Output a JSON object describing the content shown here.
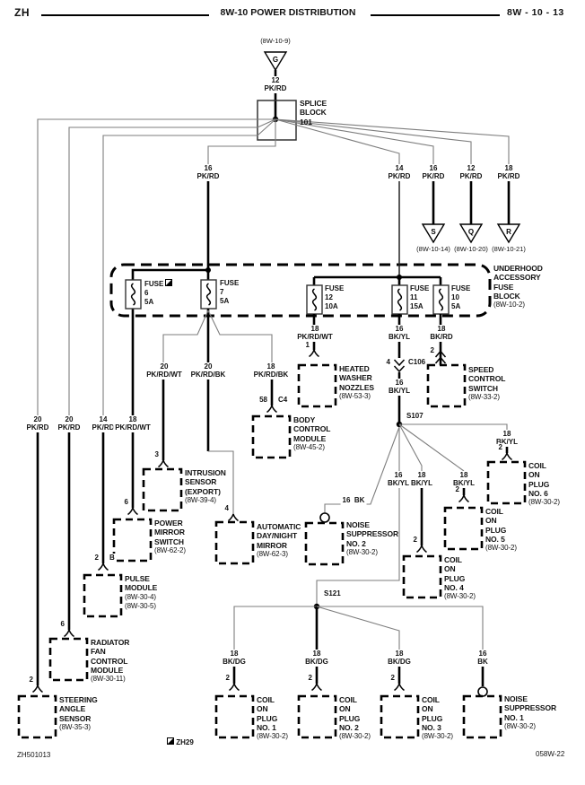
{
  "header": {
    "code": "ZH",
    "title": "8W-10 POWER DISTRIBUTION",
    "page": "8W - 10 - 13"
  },
  "grounds": {
    "g": {
      "letter": "G",
      "ref": "(8W-10-9)"
    },
    "s": {
      "letter": "S",
      "ref": "(8W-10-14)"
    },
    "q": {
      "letter": "Q",
      "ref": "(8W-10-20)"
    },
    "r": {
      "letter": "R",
      "ref": "(8W-10-21)"
    }
  },
  "splice_block": {
    "line1": "SPLICE",
    "line2": "BLOCK",
    "line3": "101"
  },
  "splices": {
    "s107": "S107",
    "s121": "S121"
  },
  "fuse_block": {
    "line1": "UNDERHOOD",
    "line2": "ACCESSORY",
    "line3": "FUSE",
    "line4": "BLOCK",
    "ref": "(8W-10-2)"
  },
  "fuses": {
    "f6": {
      "label": "FUSE",
      "no": "6",
      "amps": "5A"
    },
    "f7": {
      "label": "FUSE",
      "no": "7",
      "amps": "5A"
    },
    "f12": {
      "label": "FUSE",
      "no": "12",
      "amps": "10A"
    },
    "f11": {
      "label": "FUSE",
      "no": "11",
      "amps": "15A"
    },
    "f10": {
      "label": "FUSE",
      "no": "10",
      "amps": "5A"
    }
  },
  "connectors": {
    "c106": {
      "pin": "4",
      "name": "C106"
    },
    "c4": {
      "pin": "58",
      "name": "C4"
    }
  },
  "pins": {
    "heated": "1",
    "speed": "2",
    "intrusion": "3",
    "power_mirror": "6",
    "pulse": "2",
    "pulse_suffix": "B",
    "radiator": "6",
    "steering": "2",
    "mirror": "4",
    "coil6": "2",
    "coil5": "2",
    "coil4": "2",
    "coil1": "2",
    "coil2": "2",
    "coil3": "2"
  },
  "wires": {
    "w0": {
      "gauge": "12",
      "color": "PK/RD"
    },
    "w1": {
      "gauge": "16",
      "color": "PK/RD"
    },
    "w2": {
      "gauge": "14",
      "color": "PK/RD"
    },
    "w3": {
      "gauge": "16",
      "color": "PK/RD"
    },
    "w4": {
      "gauge": "12",
      "color": "PK/RD"
    },
    "w5": {
      "gauge": "18",
      "color": "PK/RD"
    },
    "w6": {
      "gauge": "20",
      "color": "PK/RD"
    },
    "w7": {
      "gauge": "20",
      "color": "PK/RD"
    },
    "w8": {
      "gauge": "14",
      "color": "PK/RD"
    },
    "w9": {
      "gauge": "18",
      "color": "PK/RD/WT"
    },
    "w10": {
      "gauge": "20",
      "color": "PK/RD/WT"
    },
    "w11": {
      "gauge": "20",
      "color": "PK/RD/BK"
    },
    "w12": {
      "gauge": "18",
      "color": "PK/RD/BK"
    },
    "w13": {
      "gauge": "18",
      "color": "PK/RD/WT"
    },
    "w14": {
      "gauge": "16",
      "color": "BK/YL"
    },
    "w15": {
      "gauge": "18",
      "color": "BK/RD"
    },
    "w16": {
      "gauge": "16",
      "color": "BK/YL"
    },
    "w17": {
      "gauge": "18",
      "color": "BK/YL"
    },
    "w18": {
      "gauge": "18",
      "color": "BK/YL"
    },
    "w19": {
      "gauge": "18",
      "color": "BK/YL"
    },
    "w20": {
      "gauge": "16",
      "color": "BK/YL"
    },
    "w21": {
      "gauge": "16",
      "color": "BK"
    },
    "w22": {
      "gauge": "18",
      "color": "BK/DG"
    },
    "w23": {
      "gauge": "18",
      "color": "BK/DG"
    },
    "w24": {
      "gauge": "18",
      "color": "BK/DG"
    },
    "w25": {
      "gauge": "16",
      "color": "BK"
    }
  },
  "components": {
    "heated": {
      "lines": [
        "HEATED",
        "WASHER",
        "NOZZLES"
      ],
      "ref": "(8W-53-3)"
    },
    "speed": {
      "lines": [
        "SPEED",
        "CONTROL",
        "SWITCH"
      ],
      "ref": "(8W-33-2)"
    },
    "bcm": {
      "lines": [
        "BODY",
        "CONTROL",
        "MODULE"
      ],
      "ref": "(8W-45-2)"
    },
    "intrusion": {
      "lines": [
        "INTRUSION",
        "SENSOR",
        "(EXPORT)"
      ],
      "ref": "(8W-39-4)"
    },
    "coil6": {
      "lines": [
        "COIL",
        "ON",
        "PLUG",
        "NO. 6"
      ],
      "ref": "(8W-30-2)"
    },
    "coil5": {
      "lines": [
        "COIL",
        "ON",
        "PLUG",
        "NO. 5"
      ],
      "ref": "(8W-30-2)"
    },
    "power_mirror": {
      "lines": [
        "POWER",
        "MIRROR",
        "SWITCH"
      ],
      "ref": "(8W-62-2)"
    },
    "mirror": {
      "lines": [
        "AUTOMATIC",
        "DAY/NIGHT",
        "MIRROR"
      ],
      "ref": "(8W-62-3)"
    },
    "noise2": {
      "lines": [
        "NOISE",
        "SUPPRESSOR",
        "NO. 2"
      ],
      "ref": "(8W-30-2)"
    },
    "coil4": {
      "lines": [
        "COIL",
        "ON",
        "PLUG",
        "NO. 4"
      ],
      "ref": "(8W-30-2)"
    },
    "pulse": {
      "lines": [
        "PULSE",
        "MODULE"
      ],
      "ref": "(8W-30-4)",
      "ref2": "(8W-30-5)"
    },
    "radiator": {
      "lines": [
        "RADIATOR",
        "FAN",
        "CONTROL",
        "MODULE"
      ],
      "ref": "(8W-30-11)"
    },
    "steering": {
      "lines": [
        "STEERING",
        "ANGLE",
        "SENSOR"
      ],
      "ref": "(8W-35-3)"
    },
    "coil1": {
      "lines": [
        "COIL",
        "ON",
        "PLUG",
        "NO. 1"
      ],
      "ref": "(8W-30-2)"
    },
    "coil2": {
      "lines": [
        "COIL",
        "ON",
        "PLUG",
        "NO. 2"
      ],
      "ref": "(8W-30-2)"
    },
    "coil3": {
      "lines": [
        "COIL",
        "ON",
        "PLUG",
        "NO. 3"
      ],
      "ref": "(8W-30-2)"
    },
    "noise1": {
      "lines": [
        "NOISE",
        "SUPPRESSOR",
        "NO. 1"
      ],
      "ref": "(8W-30-2)"
    }
  },
  "footer": {
    "left_code": "ZH501013",
    "right_code": "058W-22",
    "note": "ZH29"
  }
}
